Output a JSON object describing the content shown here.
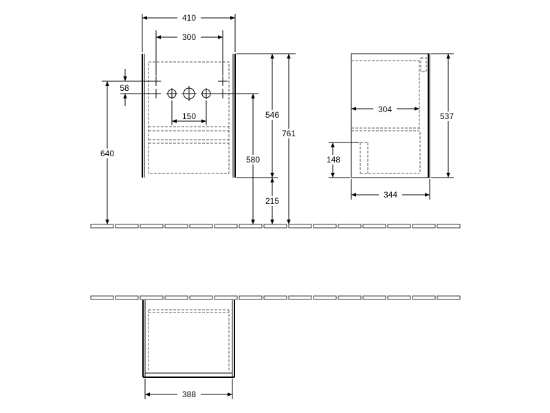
{
  "dimensions": {
    "front_width": "410",
    "hole_spacing_outer": "300",
    "vertical_spacing": "58",
    "tap_spacing": "150",
    "height_640": "640",
    "height_580": "580",
    "height_546": "546",
    "height_761": "761",
    "height_215": "215",
    "side_height": "537",
    "side_inner_depth": "304",
    "side_siphon_height": "148",
    "side_depth": "344",
    "plan_width": "388"
  },
  "colors": {
    "line": "#000000",
    "hidden_line": "#555555"
  }
}
